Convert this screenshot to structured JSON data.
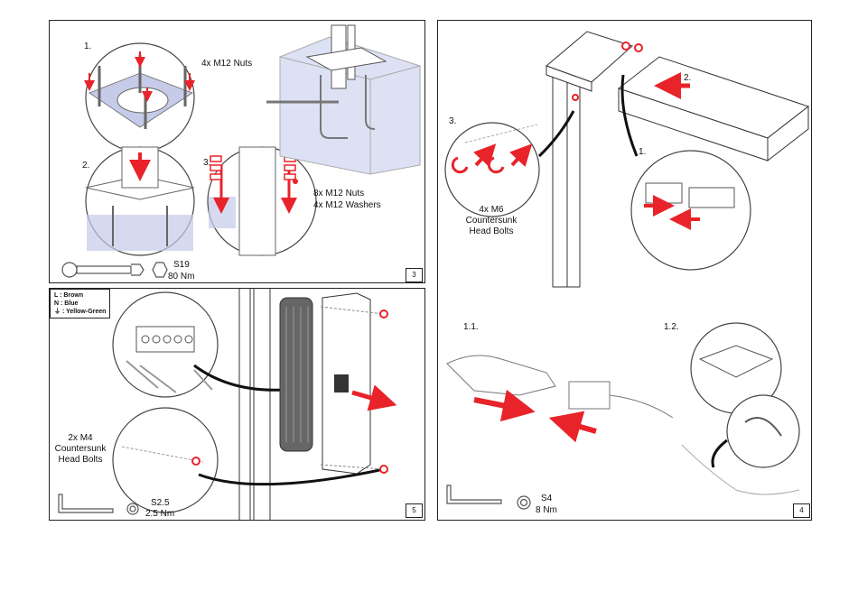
{
  "page3": {
    "step1": "1.",
    "step1_label": "4x M12 Nuts",
    "step2": "2.",
    "step3": "3.",
    "step3_label_a": "8x M12 Nuts",
    "step3_label_b": "4x M12 Washers",
    "tool_size": "S19",
    "torque": "80 Nm",
    "page_number": "3"
  },
  "page5": {
    "legend": [
      "L : Brown",
      "N : Blue",
      "⏚ : Yellow-Green"
    ],
    "bolts_label": "2x M4\nCountersunk\nHead Bolts",
    "tool_size": "S2.5",
    "torque": "2.5 Nm",
    "page_number": "5"
  },
  "page4": {
    "step1": "1.",
    "step2": "2.",
    "step3": "3.",
    "bolts_label": "4x M6\nCountersunk\nHead Bolts",
    "step1_1": "1.1.",
    "step1_2": "1.2.",
    "tool_size": "S4",
    "torque": "8 Nm",
    "page_number": "4"
  },
  "colors": {
    "arrow": "#e8232a",
    "accent_blue": "#c5cbe8",
    "line": "#333333"
  }
}
